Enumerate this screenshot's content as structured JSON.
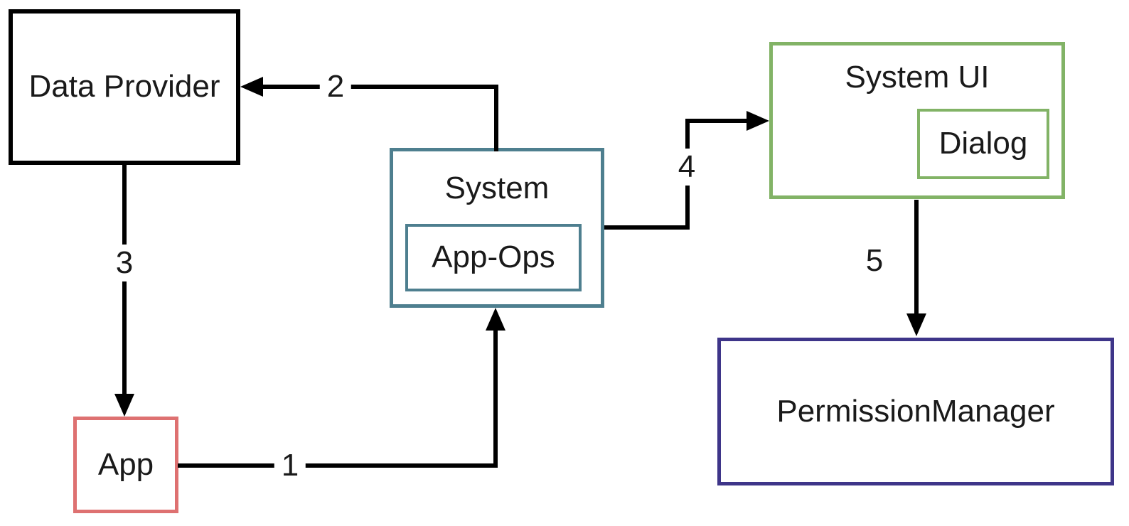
{
  "diagram": {
    "background_color": "#ffffff",
    "colors": {
      "edge_line": "#000000",
      "text": "#1a1a1a",
      "data_provider_border": "#000000",
      "app_border": "#de7171",
      "system_border": "#4e7f8f",
      "system_ui_border": "#82b366",
      "permission_manager_border": "#3e3589"
    },
    "nodes": [
      {
        "id": "data_provider",
        "label": "Data Provider",
        "border_color": "#000000"
      },
      {
        "id": "app",
        "label": "App",
        "border_color": "#de7171"
      },
      {
        "id": "system",
        "label": "System",
        "border_color": "#4e7f8f",
        "children": [
          {
            "id": "app_ops",
            "label": "App-Ops",
            "border_color": "#4e7f8f"
          }
        ]
      },
      {
        "id": "system_ui",
        "label": "System UI",
        "border_color": "#82b366",
        "children": [
          {
            "id": "dialog",
            "label": "Dialog",
            "border_color": "#82b366"
          }
        ]
      },
      {
        "id": "permission_manager",
        "label": "PermissionManager",
        "border_color": "#3e3589"
      }
    ],
    "edges": [
      {
        "label": "1",
        "from": "app",
        "to": "system",
        "route": "right-then-up"
      },
      {
        "label": "2",
        "from": "system",
        "to": "data_provider",
        "route": "up-then-left"
      },
      {
        "label": "3",
        "from": "data_provider",
        "to": "app",
        "route": "down"
      },
      {
        "label": "4",
        "from": "system",
        "to": "system_ui",
        "route": "right-up-right"
      },
      {
        "label": "5",
        "from": "system_ui",
        "to": "permission_manager",
        "route": "down"
      }
    ]
  }
}
